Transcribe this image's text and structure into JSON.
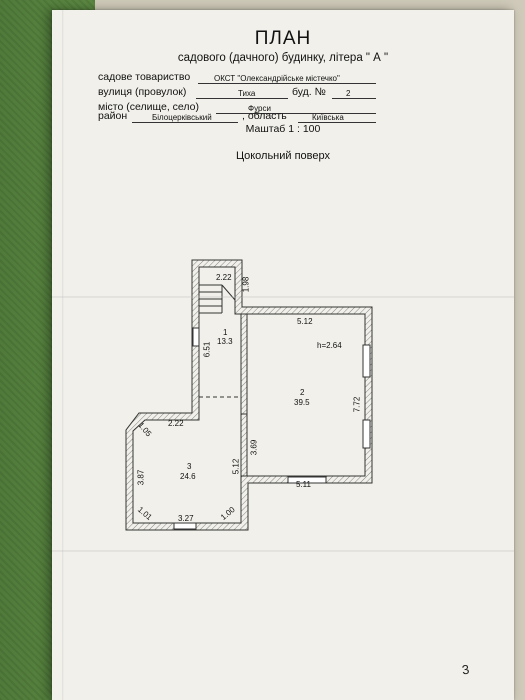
{
  "header": {
    "title": "ПЛАН",
    "subtitle": "садового (дачного) будинку, літера \" А \""
  },
  "address": {
    "association_label": "садове товариство",
    "association_value": "ОКСТ \"Олександрійське містечко\"",
    "street_label": "вулиця (провулок)",
    "street_value": "Тиха",
    "building_label": "буд. №",
    "building_value": "2",
    "city_label": "місто (селище, село)",
    "city_value": "Фурси",
    "district_label": "район",
    "district_value": "Білоцерківський",
    "region_label": ", область",
    "region_value": "Київська"
  },
  "scale": "Маштаб 1 : 100",
  "floor_name": "Цокольний поверх",
  "plan": {
    "rooms": [
      {
        "number": "1",
        "area": "13.3"
      },
      {
        "number": "2",
        "area": "39.5"
      },
      {
        "number": "3",
        "area": "24.6"
      }
    ],
    "height": "h=2.64",
    "dimensions": {
      "stair_width": "2.22",
      "stair_depth": "1.98",
      "corridor_length": "6.51",
      "room2_top": "5.12",
      "room2_right": "7.72",
      "room2_left": "3.69",
      "room2_bottom": "5.11",
      "room3_top": "2.22",
      "room3_right": "5.12",
      "room3_left": "3.87",
      "room3_bottom": "3.27",
      "chamfer_tl": "1.05",
      "chamfer_bl": "1.01",
      "chamfer_br": "1.00"
    }
  },
  "page_number": "3"
}
